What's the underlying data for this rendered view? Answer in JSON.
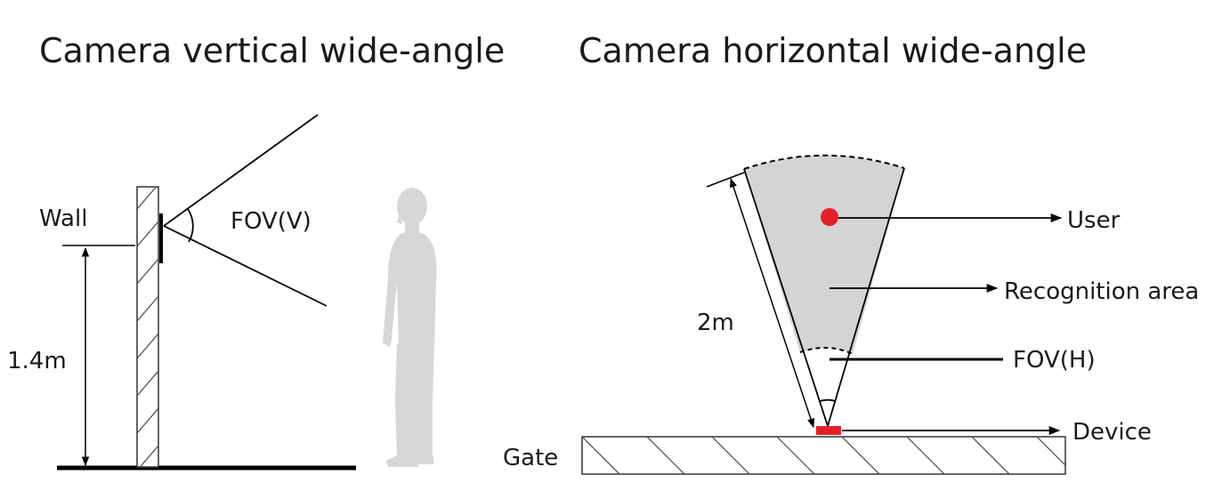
{
  "left_panel": {
    "title": "Camera vertical wide-angle",
    "wall_label": "Wall",
    "height_label": "1.4m",
    "fov_label": "FOV(V)"
  },
  "right_panel": {
    "title": "Camera horizontal wide-angle",
    "distance_label": "2m",
    "user_label": "User",
    "area_label": "Recognition area",
    "fov_label": "FOV(H)",
    "device_label": "Device",
    "gate_label": "Gate"
  },
  "colors": {
    "line": "#000000",
    "text": "#1a1a1a",
    "area_fill": "#d3d4d6",
    "person_fill": "#d7d7d7",
    "accent_red": "#e32028"
  }
}
